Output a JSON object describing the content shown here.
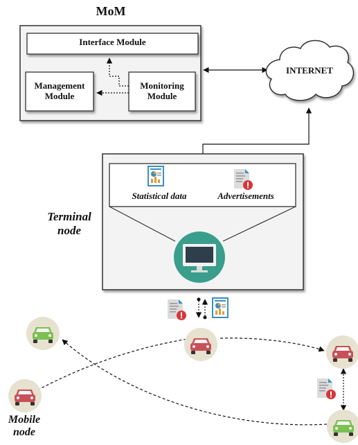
{
  "mom": {
    "title": "MoM",
    "interface_module": "Interface Module",
    "management_module": "Management Module",
    "monitoring_module": "Monitoring Module"
  },
  "internet": {
    "label": "INTERNET"
  },
  "terminal": {
    "label": "Terminal node",
    "statistical_data": "Statistical data",
    "advertisements": "Advertisements"
  },
  "mobile": {
    "label": "Mobile node"
  },
  "colors": {
    "module_box_fill": "#ffffff",
    "mom_fill": "#f3f3f3",
    "terminal_fill": "#f3f3f3",
    "monitor_circle": "#3a9e8c",
    "car_red": "#c95056",
    "car_green": "#7cbf52",
    "car_bg": "#e6e2cf",
    "alert_red": "#d6363a",
    "chart_orange": "#e39c3b"
  },
  "icons": [
    "document-chart-icon",
    "document-alert-icon",
    "monitor-icon",
    "car-icon",
    "cloud-icon"
  ]
}
